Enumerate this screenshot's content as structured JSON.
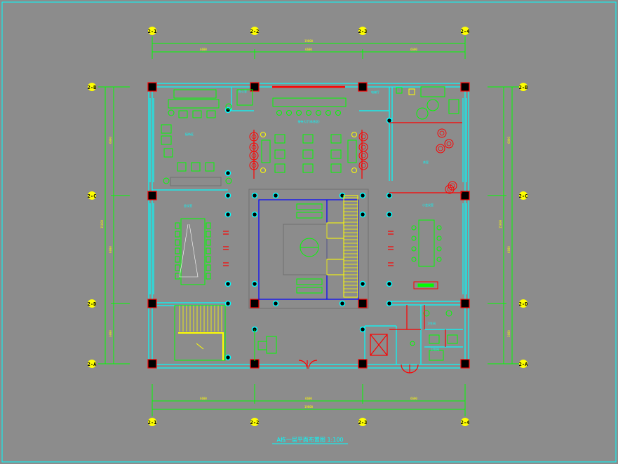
{
  "drawing": {
    "title": "A栋一层平面布置图 1:100",
    "colors": {
      "background": "#8c8c8c",
      "wall": "#00ffff",
      "furniture": "#00ff00",
      "dimension": "#00ff00",
      "column": "#ff0000",
      "partition": "#ff0000",
      "atrium": "#0000ff",
      "stair": "#ffff00",
      "grid_bubble": "#ffff00",
      "tree": "#ff0000"
    }
  },
  "grid": {
    "top": [
      "2-1",
      "2-2",
      "2-3",
      "2-4"
    ],
    "bottom": [
      "2-1",
      "2-2",
      "2-3",
      "2-4"
    ],
    "left": [
      "2-B",
      "2-C",
      "2-D",
      "2-A"
    ],
    "right": [
      "2-B",
      "2-C",
      "2-D",
      "2-A"
    ]
  },
  "dimensions": {
    "top_total": "19800",
    "top_segments": [
      "6600",
      "6600",
      "6600"
    ],
    "bottom_total": "19800",
    "bottom_segments": [
      "6600",
      "6600",
      "6600"
    ],
    "left_total": "15000",
    "left_segments": [
      "6000",
      "6000",
      "3000"
    ],
    "right_total": "15000",
    "right_segments": [
      "6000",
      "6000",
      "3000"
    ]
  },
  "rooms": [
    {
      "id": "lounge",
      "label": "接待区"
    },
    {
      "id": "office-top",
      "label": "办公室"
    },
    {
      "id": "waiting",
      "label": "接待大厅(休息区)"
    },
    {
      "id": "tea",
      "label": "茶室"
    },
    {
      "id": "meeting",
      "label": "会议室"
    },
    {
      "id": "meeting-right",
      "label": "小会议室"
    },
    {
      "id": "lift-lobby",
      "label": "电梯厅"
    },
    {
      "id": "wc1",
      "label": "卫生间"
    },
    {
      "id": "wc2",
      "label": "卫生间"
    }
  ]
}
